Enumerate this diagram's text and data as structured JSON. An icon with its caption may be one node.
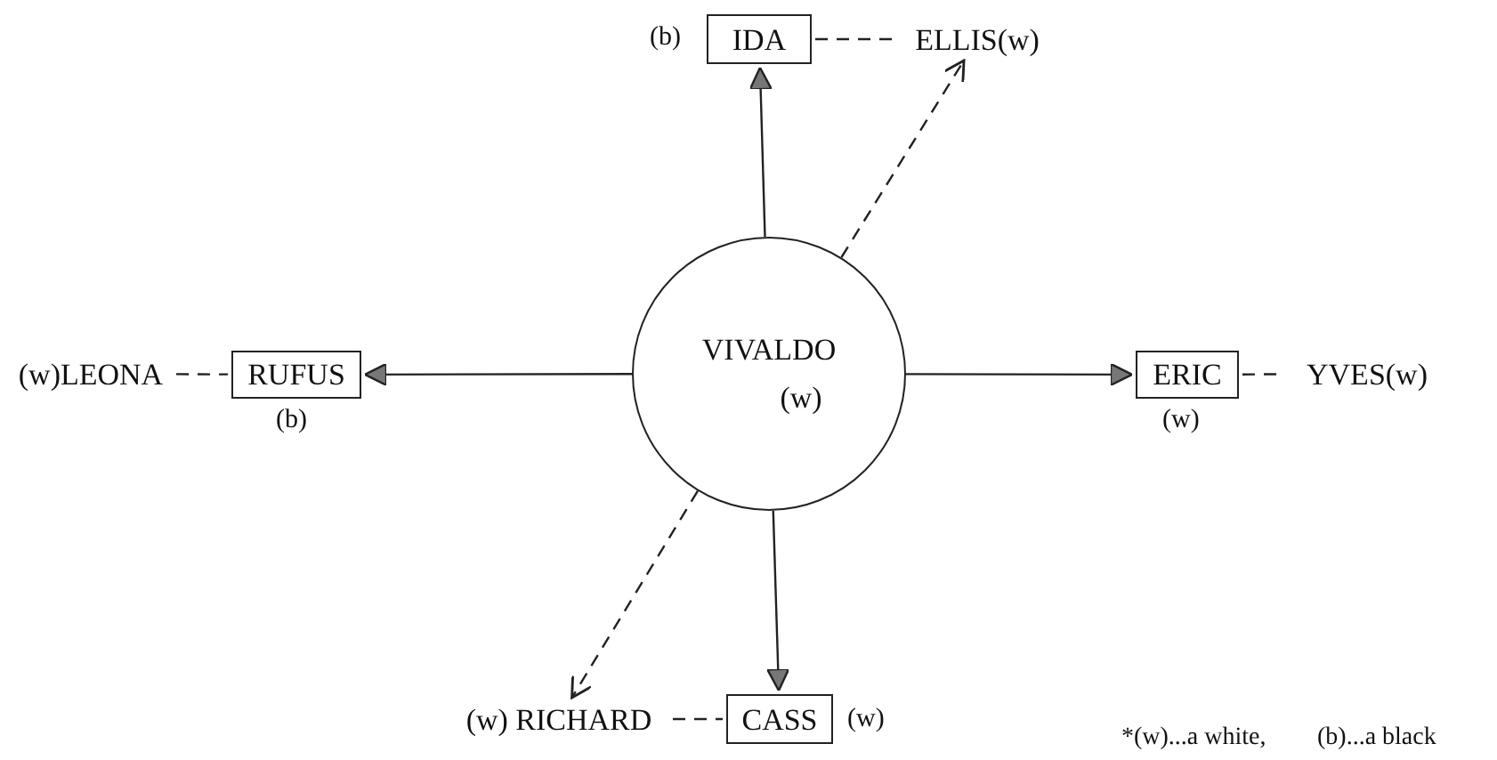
{
  "diagram": {
    "nodes": [
      {
        "text": [
          "VIVALDO",
          "(w)"
        ]
      },
      {
        "text": [
          "IDA"
        ],
        "beside": [
          "(b)"
        ]
      },
      {
        "text": [
          "ELLIS(w)"
        ]
      },
      {
        "text": [
          "RUFUS"
        ],
        "beside": [
          "(b)"
        ]
      },
      {
        "text": [
          "(w)LEONA"
        ]
      },
      {
        "text": [
          "ERIC"
        ],
        "beside": [
          "(w)"
        ]
      },
      {
        "text": [
          "YVES(w)"
        ]
      },
      {
        "text": [
          "CASS"
        ],
        "beside": [
          "(w)"
        ]
      },
      {
        "text": [
          "(w) RICHARD"
        ]
      }
    ],
    "edges": [
      {
        "from": 0,
        "to": 1,
        "arrow": "to"
      },
      {
        "from": 0,
        "to": 2,
        "arrow": "to",
        "style": "dashed"
      },
      {
        "from": 0,
        "to": 3,
        "arrow": "to"
      },
      {
        "from": 0,
        "to": 5,
        "arrow": "to"
      },
      {
        "from": 0,
        "to": 7,
        "arrow": "to"
      },
      {
        "from": 0,
        "to": 8,
        "arrow": "to",
        "style": "dashed"
      },
      {
        "from": 1,
        "to": 2,
        "arrow": "none",
        "style": "dashed"
      },
      {
        "from": 4,
        "to": 3,
        "arrow": "none",
        "style": "dashed"
      },
      {
        "from": 5,
        "to": 6,
        "arrow": "none",
        "style": "dashed"
      },
      {
        "from": 8,
        "to": 7,
        "arrow": "none",
        "style": "dashed"
      }
    ],
    "labels": [
      "*(w)...a white,",
      "(b)...a black"
    ]
  }
}
